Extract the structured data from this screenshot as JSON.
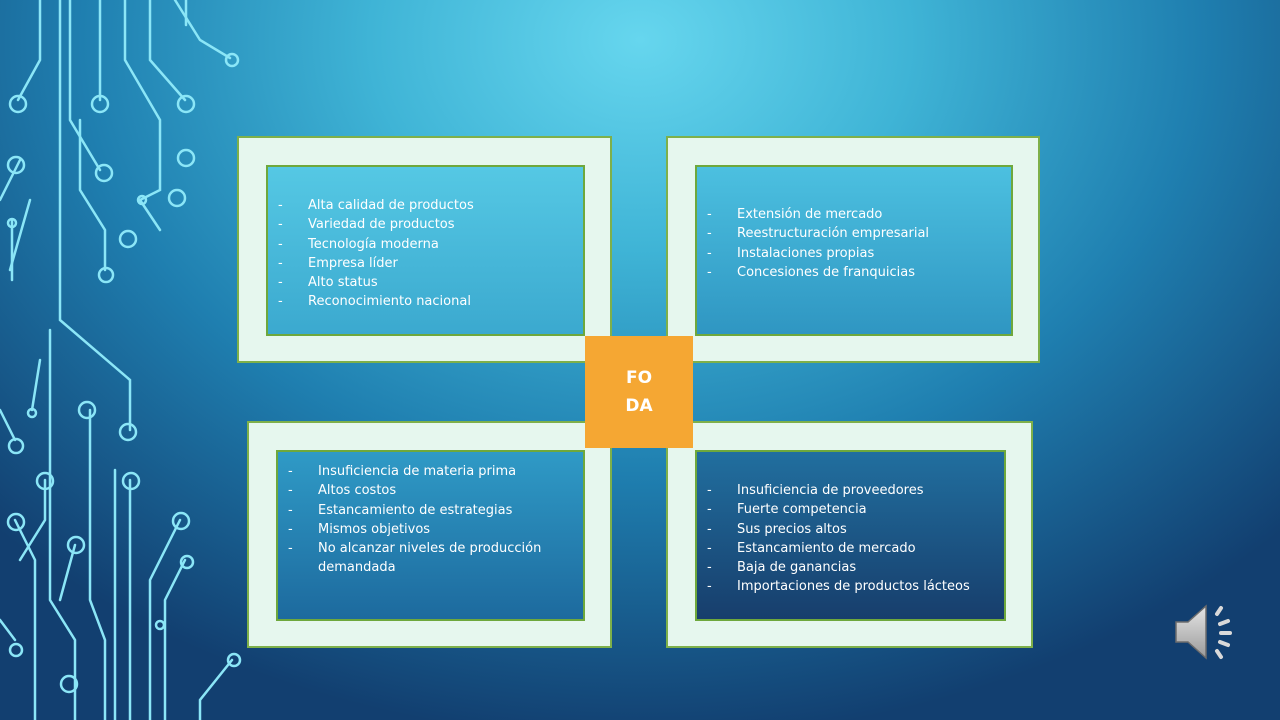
{
  "center": {
    "line1": "FO",
    "line2": "DA"
  },
  "quadrants": {
    "fortalezas": [
      "Alta calidad de productos",
      "Variedad de productos",
      "Tecnología moderna",
      "Empresa líder",
      "Alto status",
      "Reconocimiento nacional"
    ],
    "oportunidades": [
      "Extensión de mercado",
      "Reestructuración empresarial",
      "Instalaciones propias",
      "Concesiones de franquicias"
    ],
    "debilidades": [
      "Insuficiencia de materia prima",
      "Altos costos",
      "Estancamiento de estrategias",
      "Mismos objetivos",
      "No alcanzar niveles de producción demandada"
    ],
    "amenazas": [
      "Insuficiencia de proveedores",
      "Fuerte competencia",
      "Sus precios altos",
      "Estancamiento de mercado",
      "Baja de ganancias",
      "Importaciones de productos lácteos"
    ]
  },
  "icons": {
    "audio": "speaker-icon",
    "decoration": "circuit-decoration"
  }
}
